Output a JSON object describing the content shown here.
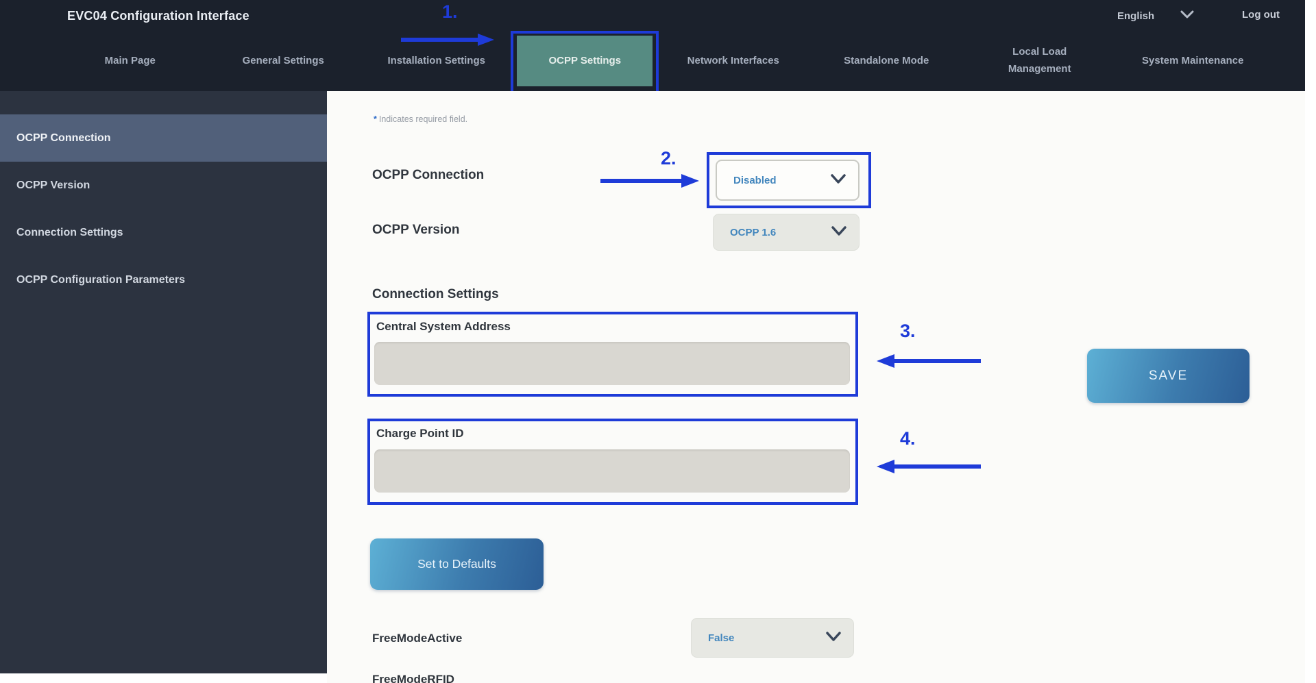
{
  "header": {
    "title": "EVC04 Configuration Interface",
    "language_selector": {
      "value": "English"
    },
    "logout_label": "Log out",
    "tabs": [
      {
        "label": "Main Page",
        "active": false
      },
      {
        "label": "General Settings",
        "active": false
      },
      {
        "label": "Installation Settings",
        "active": false
      },
      {
        "label": "OCPP Settings",
        "active": true
      },
      {
        "label": "Network Interfaces",
        "active": false
      },
      {
        "label": "Standalone Mode",
        "active": false
      },
      {
        "label": "Local Load Management",
        "active": false
      },
      {
        "label": "System Maintenance",
        "active": false
      }
    ]
  },
  "sidebar": {
    "items": [
      {
        "label": "OCPP Connection",
        "active": true
      },
      {
        "label": "OCPP Version",
        "active": false
      },
      {
        "label": "Connection Settings",
        "active": false
      },
      {
        "label": "OCPP Configuration Parameters",
        "active": false
      }
    ]
  },
  "content": {
    "required_note": {
      "star": "*",
      "text": "Indicates required field."
    },
    "ocpp_connection": {
      "label": "OCPP Connection",
      "value": "Disabled"
    },
    "ocpp_version": {
      "label": "OCPP Version",
      "value": "OCPP 1.6"
    },
    "section_heading": "Connection Settings",
    "central_system_address": {
      "label": "Central System Address",
      "value": ""
    },
    "charge_point_id": {
      "label": "Charge Point ID",
      "value": ""
    },
    "free_mode_active": {
      "label": "FreeModeActive",
      "value": "False"
    },
    "free_mode_rfid": {
      "label": "FreeModeRFID"
    },
    "save_button": "SAVE",
    "set_to_defaults_button": "Set to Defaults"
  },
  "annotations": {
    "steps": [
      "1.",
      "2.",
      "3.",
      "4."
    ],
    "accent_color": "#1e3bd8"
  },
  "colors": {
    "header_bg": "#1b212c",
    "sidebar_bg": "#2c3340",
    "sidebar_active_bg": "#51607a",
    "active_tab_bg": "#568b82",
    "content_bg": "#fbfbf9",
    "annotation_blue": "#1e3bd8",
    "dropdown_value_text": "#4286bd",
    "input_bg": "#d9d7d1",
    "button_gradient_start": "#5db0d5",
    "button_gradient_end": "#2c5e96"
  }
}
